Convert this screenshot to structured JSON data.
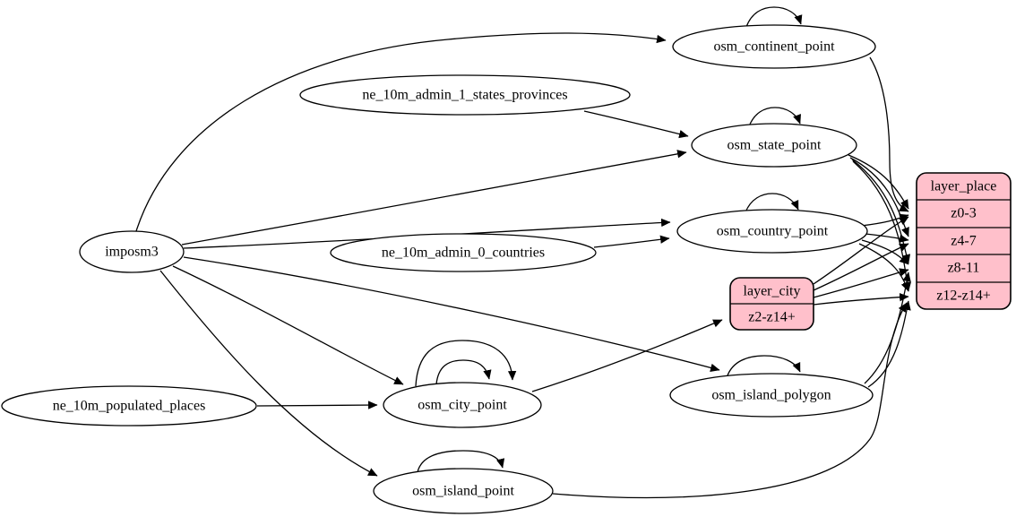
{
  "diagram": {
    "type": "etl-dependency-graph",
    "colors": {
      "table_fill": "#ffc0cb",
      "node_fill": "#ffffff",
      "stroke": "#000000",
      "background": "#ffffff"
    },
    "nodes": {
      "imposm3": {
        "label": "imposm3",
        "shape": "ellipse"
      },
      "ne_10m_admin_1_states_provinces": {
        "label": "ne_10m_admin_1_states_provinces",
        "shape": "ellipse"
      },
      "ne_10m_admin_0_countries": {
        "label": "ne_10m_admin_0_countries",
        "shape": "ellipse"
      },
      "ne_10m_populated_places": {
        "label": "ne_10m_populated_places",
        "shape": "ellipse"
      },
      "osm_continent_point": {
        "label": "osm_continent_point",
        "shape": "ellipse"
      },
      "osm_state_point": {
        "label": "osm_state_point",
        "shape": "ellipse"
      },
      "osm_country_point": {
        "label": "osm_country_point",
        "shape": "ellipse"
      },
      "osm_city_point": {
        "label": "osm_city_point",
        "shape": "ellipse"
      },
      "osm_island_polygon": {
        "label": "osm_island_polygon",
        "shape": "ellipse"
      },
      "osm_island_point": {
        "label": "osm_island_point",
        "shape": "ellipse"
      },
      "layer_city": {
        "label": "layer_city",
        "shape": "record",
        "rows": [
          "z2-z14+"
        ]
      },
      "layer_place": {
        "label": "layer_place",
        "shape": "record",
        "rows": [
          "z0-3",
          "z4-7",
          "z8-11",
          "z12-z14+"
        ]
      }
    },
    "edges": [
      {
        "from": "imposm3",
        "to": "osm_continent_point"
      },
      {
        "from": "imposm3",
        "to": "osm_state_point"
      },
      {
        "from": "imposm3",
        "to": "osm_country_point"
      },
      {
        "from": "imposm3",
        "to": "osm_city_point"
      },
      {
        "from": "imposm3",
        "to": "osm_island_polygon"
      },
      {
        "from": "imposm3",
        "to": "osm_island_point"
      },
      {
        "from": "ne_10m_admin_1_states_provinces",
        "to": "osm_state_point"
      },
      {
        "from": "ne_10m_admin_0_countries",
        "to": "osm_country_point"
      },
      {
        "from": "ne_10m_populated_places",
        "to": "osm_city_point"
      },
      {
        "from": "osm_continent_point",
        "to": "osm_continent_point"
      },
      {
        "from": "osm_state_point",
        "to": "osm_state_point"
      },
      {
        "from": "osm_country_point",
        "to": "osm_country_point"
      },
      {
        "from": "osm_city_point",
        "to": "osm_city_point"
      },
      {
        "from": "osm_city_point",
        "to": "osm_city_point"
      },
      {
        "from": "osm_island_polygon",
        "to": "osm_island_polygon"
      },
      {
        "from": "osm_island_point",
        "to": "osm_island_point"
      },
      {
        "from": "osm_city_point",
        "to": "layer_city:z2-z14+"
      },
      {
        "from": "osm_continent_point",
        "to": "layer_place:z0-3"
      },
      {
        "from": "osm_state_point",
        "to": "layer_place:z0-3"
      },
      {
        "from": "osm_state_point",
        "to": "layer_place:z4-7"
      },
      {
        "from": "osm_state_point",
        "to": "layer_place:z8-11"
      },
      {
        "from": "osm_state_point",
        "to": "layer_place:z12-z14+"
      },
      {
        "from": "osm_country_point",
        "to": "layer_place:z0-3"
      },
      {
        "from": "osm_country_point",
        "to": "layer_place:z4-7"
      },
      {
        "from": "osm_country_point",
        "to": "layer_place:z8-11"
      },
      {
        "from": "osm_country_point",
        "to": "layer_place:z12-z14+"
      },
      {
        "from": "layer_city:z2-z14+",
        "to": "layer_place:z0-3"
      },
      {
        "from": "layer_city:z2-z14+",
        "to": "layer_place:z4-7"
      },
      {
        "from": "layer_city:z2-z14+",
        "to": "layer_place:z8-11"
      },
      {
        "from": "layer_city:z2-z14+",
        "to": "layer_place:z12-z14+"
      },
      {
        "from": "osm_island_polygon",
        "to": "layer_place:z8-11"
      },
      {
        "from": "osm_island_polygon",
        "to": "layer_place:z12-z14+"
      },
      {
        "from": "osm_island_point",
        "to": "layer_place:z12-z14+"
      }
    ]
  }
}
